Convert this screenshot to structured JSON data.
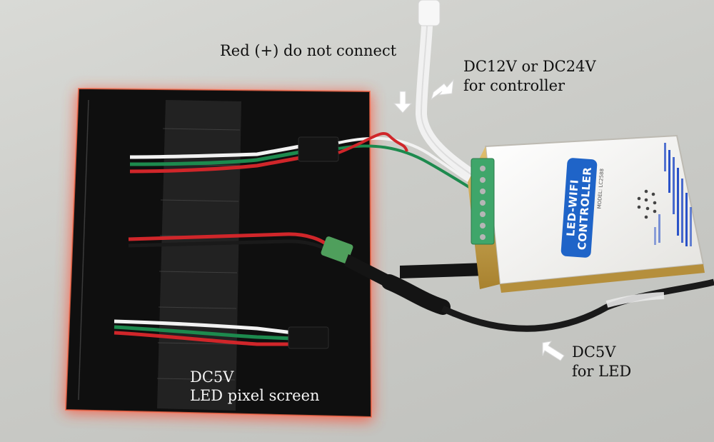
{
  "labels": {
    "red_warning": "Red (+) do not connect",
    "controller_power_line1": "DC12V or DC24V",
    "controller_power_line2": "for controller",
    "led_power_line1": "DC5V",
    "led_power_line2": "for LED",
    "screen_line1": "DC5V",
    "screen_line2": "LED pixel screen"
  },
  "controller": {
    "brand_text": "LED-WIFI\nCONTROLLER",
    "model_text": "MODEL: LC2588"
  },
  "colors": {
    "panel": "#101010",
    "panel_glow": "#ff4a2e",
    "controller_body": "#f2f1ee",
    "controller_frame": "#c9a24a",
    "terminal_block": "#3fa66a",
    "brand_badge": "#1f64c8",
    "wire_red": "#d0262a",
    "wire_green": "#1d8a4e",
    "wire_white": "#f2f2f2",
    "cable_black": "#1a1a1a"
  },
  "icons": [
    "arrow-icon",
    "speaker-grille-icon",
    "signal-bars-icon"
  ]
}
